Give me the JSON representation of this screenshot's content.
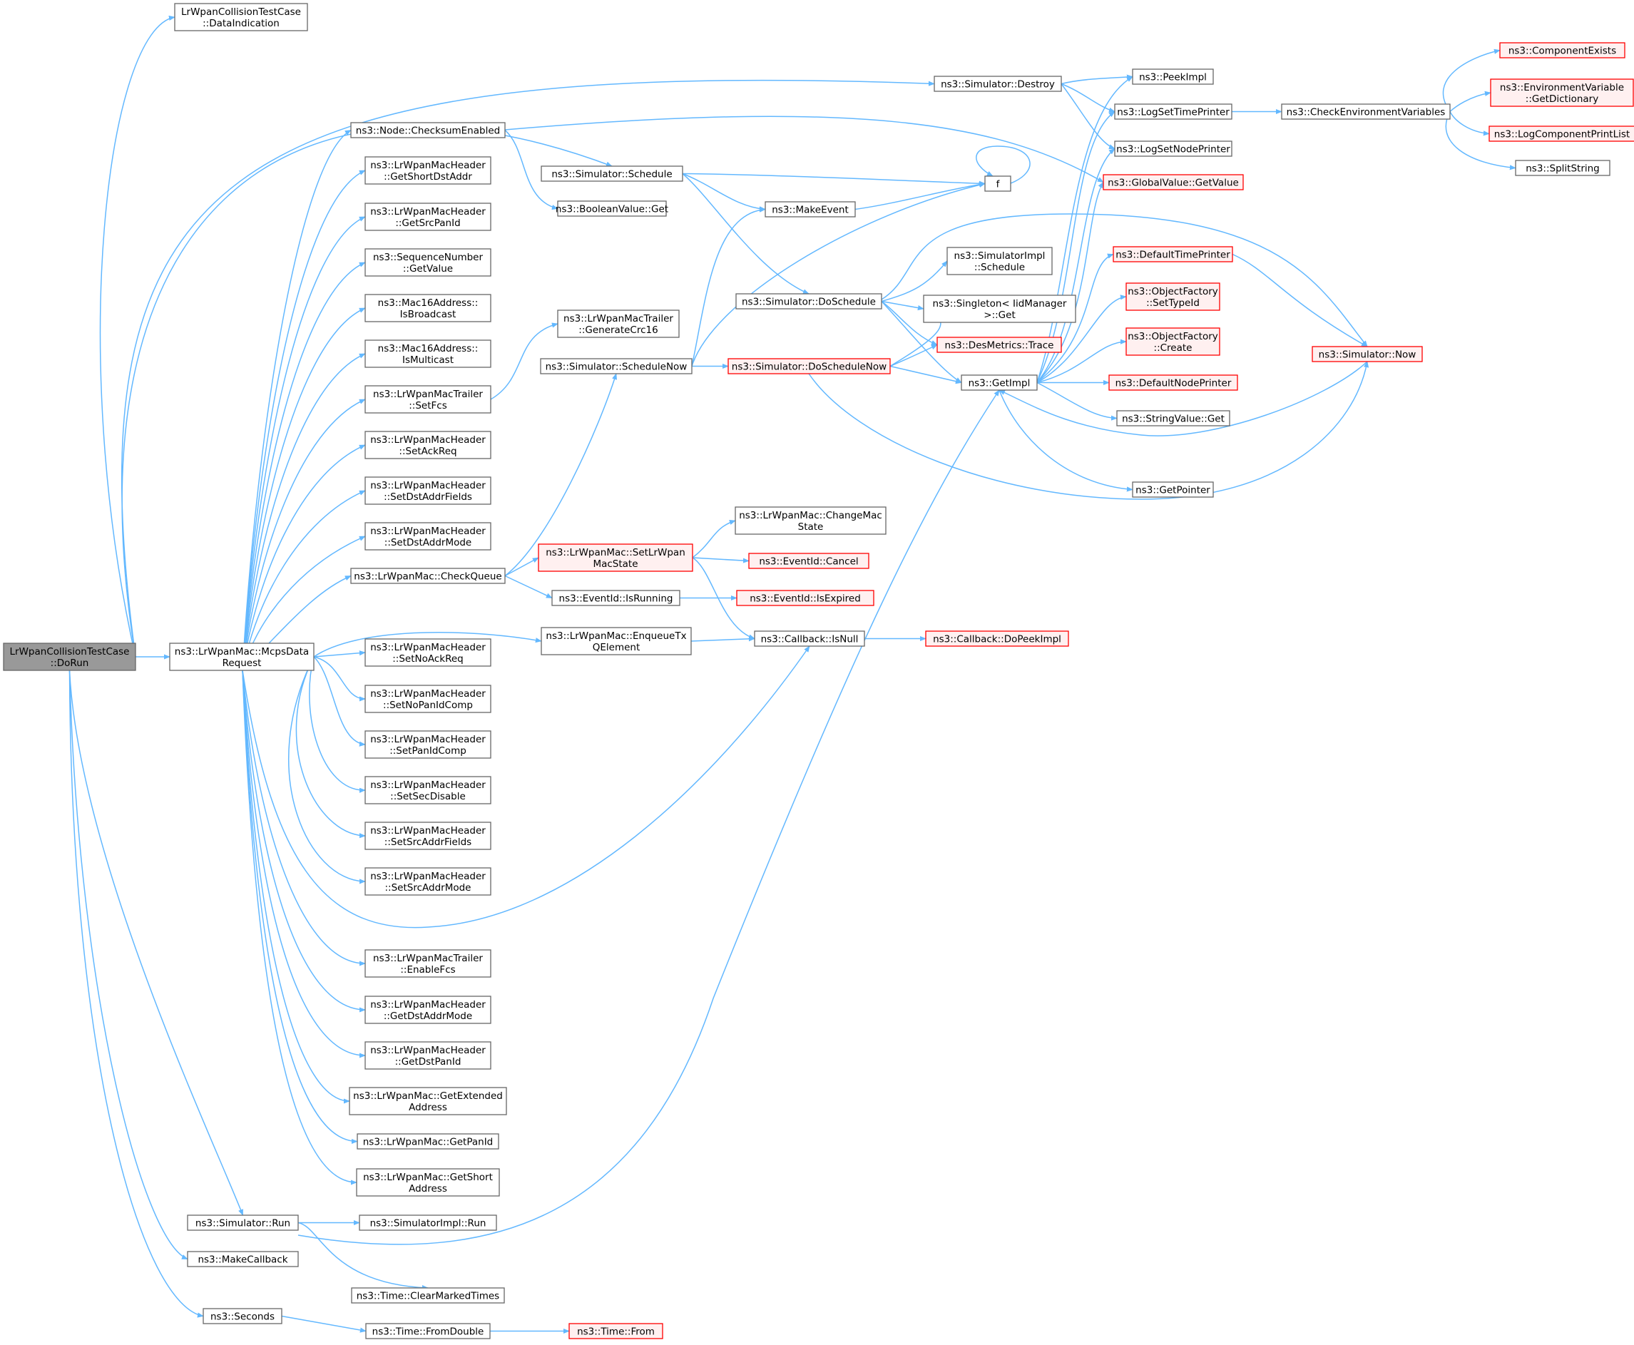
{
  "colors": {
    "edge": "#63b8ff",
    "box_border": "#666666",
    "box_fill": "#ffffff",
    "root_fill": "#999999",
    "red_border": "#ff0000",
    "red_fill": "#fff0f0"
  },
  "nodes": {
    "dorun": [
      "LrWpanCollisionTestCase",
      "::DoRun"
    ],
    "dataindication": [
      "LrWpanCollisionTestCase",
      "::DataIndication"
    ],
    "mcpsdatarequest": [
      "ns3::LrWpanMac::McpsData",
      "Request"
    ],
    "simrun": [
      "ns3::Simulator::Run"
    ],
    "makecallback": [
      "ns3::MakeCallback"
    ],
    "seconds": [
      "ns3::Seconds"
    ],
    "checksumenabled": [
      "ns3::Node::ChecksumEnabled"
    ],
    "getshortdstaddr": [
      "ns3::LrWpanMacHeader",
      "::GetShortDstAddr"
    ],
    "getsrcpanid": [
      "ns3::LrWpanMacHeader",
      "::GetSrcPanId"
    ],
    "seqgetvalue": [
      "ns3::SequenceNumber",
      "::GetValue"
    ],
    "isbroadcast": [
      "ns3::Mac16Address::",
      "IsBroadcast"
    ],
    "ismulticast": [
      "ns3::Mac16Address::",
      "IsMulticast"
    ],
    "setfcs": [
      "ns3::LrWpanMacTrailer",
      "::SetFcs"
    ],
    "setackreq": [
      "ns3::LrWpanMacHeader",
      "::SetAckReq"
    ],
    "setdstaddrfields": [
      "ns3::LrWpanMacHeader",
      "::SetDstAddrFields"
    ],
    "setdstaddrmode": [
      "ns3::LrWpanMacHeader",
      "::SetDstAddrMode"
    ],
    "checkqueue": [
      "ns3::LrWpanMac::CheckQueue"
    ],
    "setnoackreq": [
      "ns3::LrWpanMacHeader",
      "::SetNoAckReq"
    ],
    "setnopanidcomp": [
      "ns3::LrWpanMacHeader",
      "::SetNoPanIdComp"
    ],
    "setpanidcomp": [
      "ns3::LrWpanMacHeader",
      "::SetPanIdComp"
    ],
    "setsecdisable": [
      "ns3::LrWpanMacHeader",
      "::SetSecDisable"
    ],
    "setsrcaddrfields": [
      "ns3::LrWpanMacHeader",
      "::SetSrcAddrFields"
    ],
    "setsrcaddrmode": [
      "ns3::LrWpanMacHeader",
      "::SetSrcAddrMode"
    ],
    "enablefcs": [
      "ns3::LrWpanMacTrailer",
      "::EnableFcs"
    ],
    "getdstaddrmode": [
      "ns3::LrWpanMacHeader",
      "::GetDstAddrMode"
    ],
    "getdstpanid": [
      "ns3::LrWpanMacHeader",
      "::GetDstPanId"
    ],
    "getextendedaddress": [
      "ns3::LrWpanMac::GetExtended",
      "Address"
    ],
    "getpanid": [
      "ns3::LrWpanMac::GetPanId"
    ],
    "getshortaddress": [
      "ns3::LrWpanMac::GetShort",
      "Address"
    ],
    "simimplrun": [
      "ns3::SimulatorImpl::Run"
    ],
    "clearmarkedtimes": [
      "ns3::Time::ClearMarkedTimes"
    ],
    "fromdouble": [
      "ns3::Time::FromDouble"
    ],
    "timefrom": [
      "ns3::Time::From"
    ],
    "schedule": [
      "ns3::Simulator::Schedule"
    ],
    "booleanget": [
      "ns3::BooleanValue::Get"
    ],
    "generatecrc16": [
      "ns3::LrWpanMacTrailer",
      "::GenerateCrc16"
    ],
    "schedulenow": [
      "ns3::Simulator::ScheduleNow"
    ],
    "setlrwpanmacstate": [
      "ns3::LrWpanMac::SetLrWpan",
      "MacState"
    ],
    "isrunning": [
      "ns3::EventId::IsRunning"
    ],
    "enqueuetxqelement": [
      "ns3::LrWpanMac::EnqueueTx",
      "QElement"
    ],
    "destroy": [
      "ns3::Simulator::Destroy"
    ],
    "makeevent": [
      "ns3::MakeEvent"
    ],
    "doschedule": [
      "ns3::Simulator::DoSchedule"
    ],
    "doschedulenow": [
      "ns3::Simulator::DoScheduleNow"
    ],
    "changemacstate": [
      "ns3::LrWpanMac::ChangeMac",
      "State"
    ],
    "eventcancel": [
      "ns3::EventId::Cancel"
    ],
    "isexpired": [
      "ns3::EventId::IsExpired"
    ],
    "isnull": [
      "ns3::Callback::IsNull"
    ],
    "f": [
      "f"
    ],
    "simimplschedule": [
      "ns3::SimulatorImpl",
      "::Schedule"
    ],
    "singletonget": [
      "ns3::Singleton< IidManager",
      " >::Get"
    ],
    "desmetricstrace": [
      "ns3::DesMetrics::Trace"
    ],
    "getimpl": [
      "ns3::GetImpl"
    ],
    "dopeekimpl": [
      "ns3::Callback::DoPeekImpl"
    ],
    "peekimpl": [
      "ns3::PeekImpl"
    ],
    "logsettimeprinter": [
      "ns3::LogSetTimePrinter"
    ],
    "logsetnodeprinter": [
      "ns3::LogSetNodePrinter"
    ],
    "globalgetvalue": [
      "ns3::GlobalValue::GetValue"
    ],
    "defaulttimeprinter": [
      "ns3::DefaultTimePrinter"
    ],
    "settypeid": [
      "ns3::ObjectFactory",
      "::SetTypeId"
    ],
    "objcreate": [
      "ns3::ObjectFactory",
      "::Create"
    ],
    "defaultnodeprinter": [
      "ns3::DefaultNodePrinter"
    ],
    "stringget": [
      "ns3::StringValue::Get"
    ],
    "getpointer": [
      "ns3::GetPointer"
    ],
    "checkenvvars": [
      "ns3::CheckEnvironmentVariables"
    ],
    "simnow": [
      "ns3::Simulator::Now"
    ],
    "componentexists": [
      "ns3::ComponentExists"
    ],
    "envgetdict": [
      "ns3::EnvironmentVariable",
      "::GetDictionary"
    ],
    "logcompprintlist": [
      "ns3::LogComponentPrintList"
    ],
    "splitstring": [
      "ns3::SplitString"
    ]
  }
}
